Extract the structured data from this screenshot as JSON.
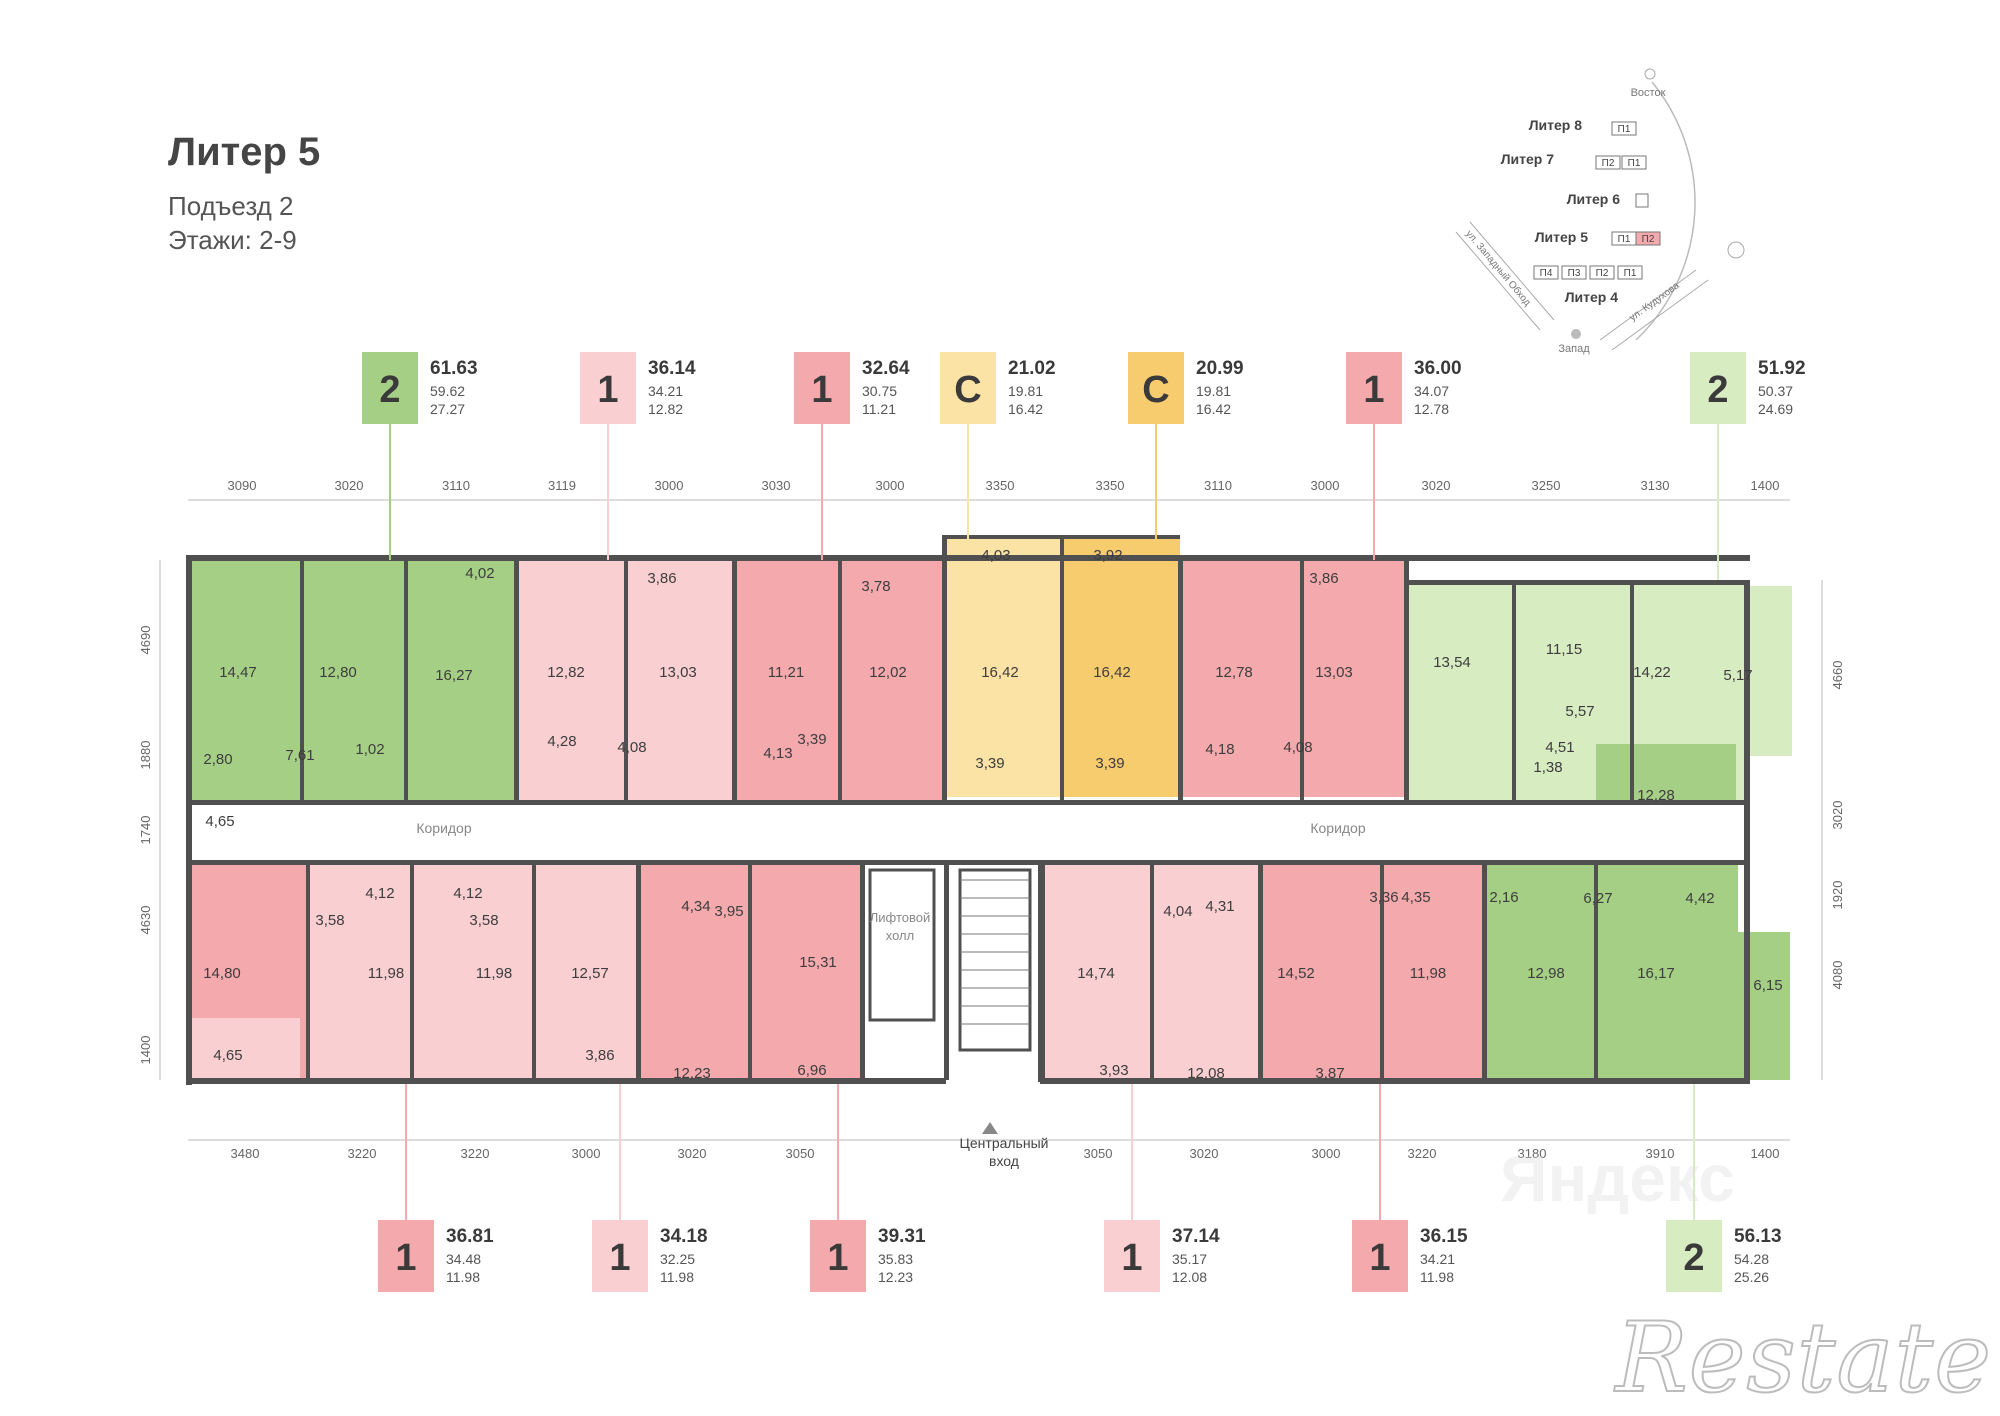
{
  "header": {
    "title": "Литер 5",
    "entrance": "Подъезд 2",
    "floors": "Этажи: 2-9"
  },
  "colors": {
    "two_room": "#a6cf86",
    "two_room_light": "#d8ecc2",
    "one_room": "#f4a9ad",
    "one_room_light": "#f9cfd1",
    "studio": "#fbe3a6",
    "studio_dark": "#f7cc6e",
    "wall": "#505050"
  },
  "top_badges": [
    {
      "rooms": "2",
      "total": "61.63",
      "living": "59.62",
      "kitchen": "27.27",
      "color": "#a6cf86"
    },
    {
      "rooms": "1",
      "total": "36.14",
      "living": "34.21",
      "kitchen": "12.82",
      "color": "#f9cfd1"
    },
    {
      "rooms": "1",
      "total": "32.64",
      "living": "30.75",
      "kitchen": "11.21",
      "color": "#f4a9ad"
    },
    {
      "rooms": "С",
      "total": "21.02",
      "living": "19.81",
      "kitchen": "16.42",
      "color": "#fbe3a6"
    },
    {
      "rooms": "С",
      "total": "20.99",
      "living": "19.81",
      "kitchen": "16.42",
      "color": "#f7cc6e"
    },
    {
      "rooms": "1",
      "total": "36.00",
      "living": "34.07",
      "kitchen": "12.78",
      "color": "#f4a9ad"
    },
    {
      "rooms": "2",
      "total": "51.92",
      "living": "50.37",
      "kitchen": "24.69",
      "color": "#d8ecc2"
    }
  ],
  "bottom_badges": [
    {
      "rooms": "1",
      "total": "36.81",
      "living": "34.48",
      "kitchen": "11.98",
      "color": "#f4a9ad"
    },
    {
      "rooms": "1",
      "total": "34.18",
      "living": "32.25",
      "kitchen": "11.98",
      "color": "#f9cfd1"
    },
    {
      "rooms": "1",
      "total": "39.31",
      "living": "35.83",
      "kitchen": "12.23",
      "color": "#f4a9ad"
    },
    {
      "rooms": "1",
      "total": "37.14",
      "living": "35.17",
      "kitchen": "12.08",
      "color": "#f9cfd1"
    },
    {
      "rooms": "1",
      "total": "36.15",
      "living": "34.21",
      "kitchen": "11.98",
      "color": "#f4a9ad"
    },
    {
      "rooms": "2",
      "total": "56.13",
      "living": "54.28",
      "kitchen": "25.26",
      "color": "#d8ecc2"
    }
  ],
  "dims_top": [
    "3090",
    "3020",
    "3110",
    "3119",
    "3000",
    "3030",
    "3000",
    "3350",
    "3350",
    "3110",
    "3000",
    "3020",
    "3250",
    "3130",
    "1400"
  ],
  "dims_bottom": [
    "3480",
    "3220",
    "3220",
    "3000",
    "3020",
    "3050",
    "3050",
    "3020",
    "3000",
    "3220",
    "3180",
    "3910",
    "1400"
  ],
  "dims_left": [
    "4690",
    "1880",
    "1740",
    "4630",
    "1400"
  ],
  "dims_right": [
    "4660",
    "3020",
    "1920",
    "4080"
  ],
  "rooms_top": [
    "4,02",
    "14,47",
    "12,80",
    "16,27",
    "1,02",
    "2,80",
    "7,61",
    "4,65",
    "12,82",
    "3,86",
    "13,03",
    "4,28",
    "4,08",
    "11,21",
    "3,78",
    "12,02",
    "4,13",
    "3,39",
    "4,03",
    "16,42",
    "3,39",
    "3,92",
    "16,42",
    "3,39",
    "12,78",
    "3,86",
    "13,03",
    "4,18",
    "4,08",
    "13,54",
    "11,15",
    "14,22",
    "5,17",
    "5,57",
    "4,51",
    "1,38",
    "12,28"
  ],
  "rooms_bottom": [
    "14,80",
    "4,12",
    "3,58",
    "11,98",
    "4,65",
    "4,12",
    "3,58",
    "11,98",
    "12,57",
    "3,86",
    "4,34",
    "3,95",
    "15,31",
    "12,23",
    "6,96",
    "14,74",
    "4,04",
    "4,31",
    "3,93",
    "12,08",
    "14,52",
    "3,36",
    "4,35",
    "11,98",
    "3,87",
    "2,16",
    "6,27",
    "4,42",
    "12,98",
    "16,17",
    "6,15"
  ],
  "corridor_label": "Коридор",
  "lift_label": "Лифтовой холл",
  "entrance_label": "Центральный вход",
  "mini_map": {
    "east": "Восток",
    "west": "Запад",
    "liters": [
      "Литер 8",
      "Литер 7",
      "Литер 6",
      "Литер 5",
      "Литер 4"
    ],
    "entrances": [
      "П1",
      "П2",
      "П1",
      "П1",
      "П2",
      "П4",
      "П3",
      "П2",
      "П1"
    ],
    "street_1": "ул. Западный Обход",
    "street_2": "ул. Кудухова"
  },
  "watermark": "Restate",
  "watermark_faint": "Яндекс"
}
